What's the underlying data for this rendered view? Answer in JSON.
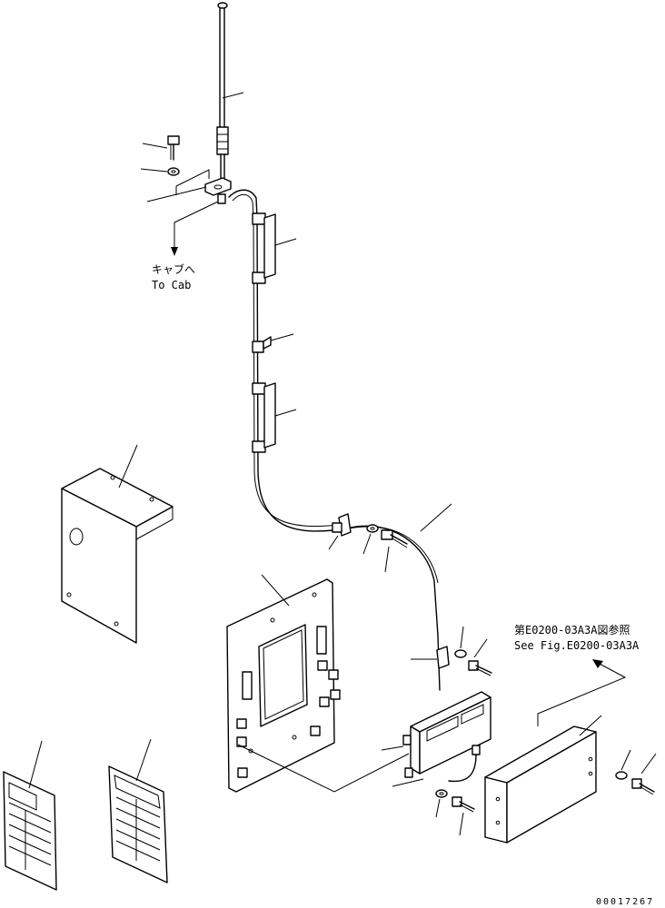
{
  "annotations": {
    "to_cab_jp": "キャブへ",
    "to_cab_en": "To Cab",
    "see_fig_jp": "第E0200-03A3A図参照",
    "see_fig_en": "See Fig.E0200-03A3A"
  },
  "figure_number": "00017267"
}
